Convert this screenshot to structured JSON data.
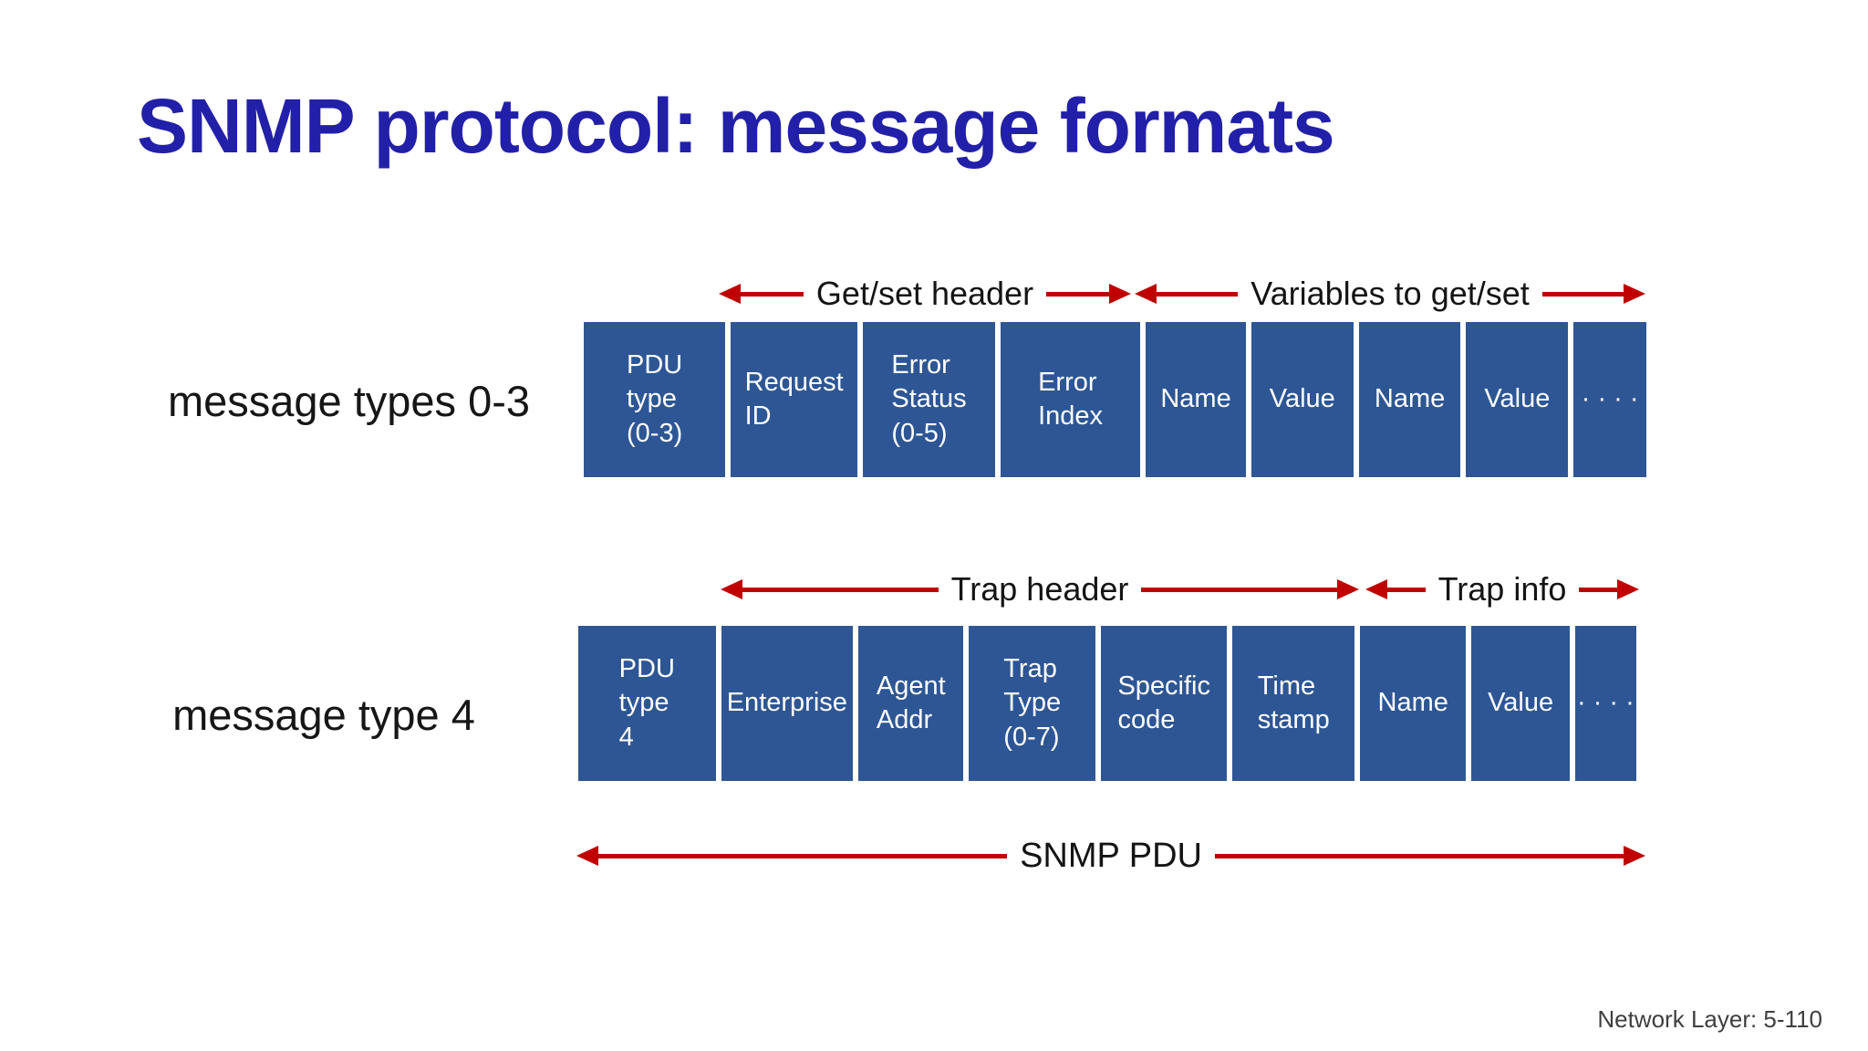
{
  "slide": {
    "title": "SNMP protocol: message formats",
    "footer": "Network Layer: 5-110"
  },
  "colors": {
    "box_blue": "#2e5694",
    "arrow_red": "#c00000",
    "title_blue": "#2220a8"
  },
  "row1": {
    "side_label": "message types 0-3",
    "spans": {
      "header": "Get/set header",
      "variables": "Variables to get/set"
    },
    "cells": [
      {
        "t": "PDU\ntype\n(0-3)",
        "w": 150
      },
      {
        "t": "Request\nID",
        "w": 134
      },
      {
        "t": "Error\nStatus\n(0-5)",
        "w": 140
      },
      {
        "t": "Error\nIndex",
        "w": 148
      },
      {
        "t": "Name",
        "w": 106
      },
      {
        "t": "Value",
        "w": 108
      },
      {
        "t": "Name",
        "w": 108
      },
      {
        "t": "Value",
        "w": 108
      },
      {
        "t": "· · · ·",
        "w": 77
      }
    ]
  },
  "row2": {
    "side_label": "message type 4",
    "spans": {
      "header": "Trap header",
      "info": "Trap info"
    },
    "cells": [
      {
        "t": "PDU\ntype\n4",
        "w": 150
      },
      {
        "t": "Enterprise",
        "w": 144
      },
      {
        "t": "Agent\nAddr",
        "w": 115
      },
      {
        "t": "Trap\nType\n(0-7)",
        "w": 138
      },
      {
        "t": "Specific\ncode",
        "w": 138
      },
      {
        "t": "Time\nstamp",
        "w": 133
      },
      {
        "t": "Name",
        "w": 116
      },
      {
        "t": "Value",
        "w": 107
      },
      {
        "t": "· · · ·",
        "w": 67
      }
    ]
  },
  "bottom_arrow": {
    "label": "SNMP PDU"
  }
}
